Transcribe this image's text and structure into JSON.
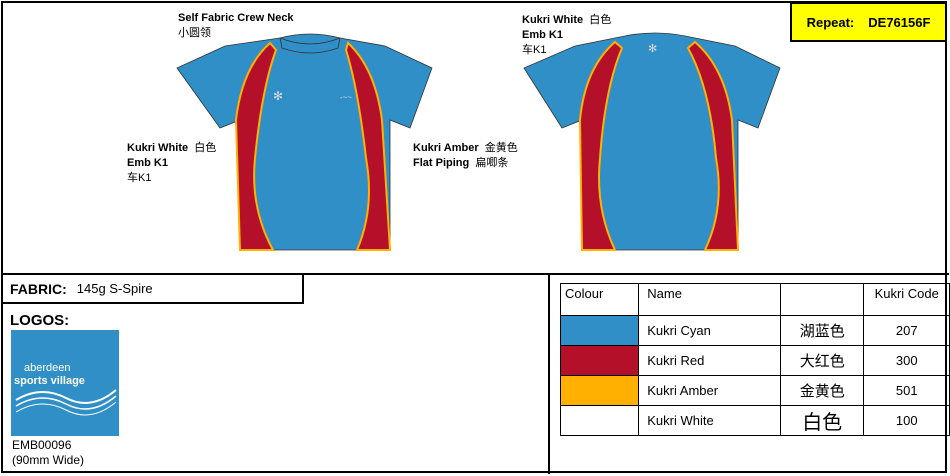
{
  "repeat": {
    "label": "Repeat:",
    "code": "DE76156F"
  },
  "labels": {
    "neck": {
      "line1": "Self Fabric Crew Neck",
      "line2": "小圆领"
    },
    "front_left": {
      "line1": "Kukri White",
      "cn1": "白色",
      "line2": "Emb K1",
      "line3": "车K1"
    },
    "front_right": {
      "line1": "Kukri Amber",
      "cn1": "金黄色",
      "line2": "Flat Piping",
      "cn2": "扁唧条"
    },
    "back": {
      "line1": "Kukri White",
      "cn1": "白色",
      "line2": "Emb K1",
      "line3": "车K1"
    }
  },
  "fabric": {
    "label": "FABRIC:",
    "value": "145g S-Spire"
  },
  "logos": {
    "title": "LOGOS:",
    "logo_line1": "aberdeen",
    "logo_line2": "sports village",
    "code": "EMB00096",
    "size": "(90mm Wide)"
  },
  "colour_table": {
    "headers": [
      "Colour",
      "Name",
      "",
      "Kukri Code"
    ],
    "rows": [
      {
        "swatch": "#2f8fc6",
        "name": "Kukri Cyan",
        "cn": "湖蓝色",
        "code": "207"
      },
      {
        "swatch": "#b5102a",
        "name": "Kukri Red",
        "cn": "大红色",
        "code": "300"
      },
      {
        "swatch": "#ffb000",
        "name": "Kukri Amber",
        "cn": "金黄色",
        "code": "501"
      },
      {
        "swatch": "#ffffff",
        "name": "Kukri White",
        "cn": "白色",
        "code": "100"
      }
    ]
  },
  "colors": {
    "cyan": "#2f8fc6",
    "red": "#b5102a",
    "amber": "#ffb000",
    "white": "#ffffff",
    "repeat_bg": "#ffff00"
  }
}
